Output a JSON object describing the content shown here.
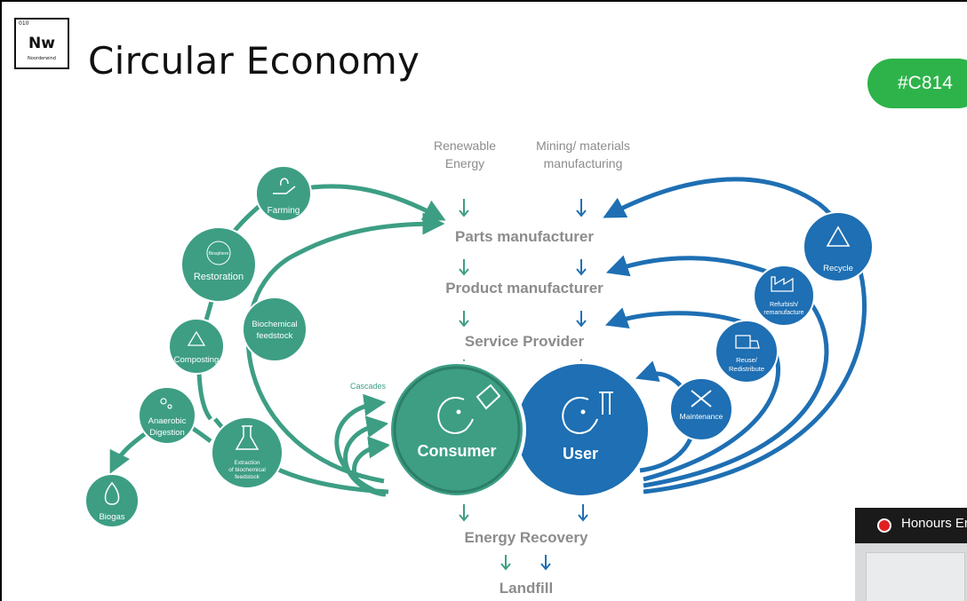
{
  "slide": {
    "title": "Circular Economy",
    "logo": {
      "number": "010",
      "mark": "Nw",
      "subtitle": "Noorderwind"
    },
    "tag": "#C814"
  },
  "diagram": {
    "inputs": {
      "renewable": [
        "Renewable",
        "Energy"
      ],
      "mining": [
        "Mining/ materials",
        "manufacturing"
      ]
    },
    "stages": {
      "parts": "Parts manufacturer",
      "product": "Product manufacturer",
      "service": "Service Provider",
      "energy": "Energy Recovery",
      "landfill": "Landfill"
    },
    "consumer": "Consumer",
    "user": "User",
    "cascades": "Cascades",
    "bio_nodes": {
      "farming": [
        "Farming"
      ],
      "restoration": [
        "Restoration"
      ],
      "composting": [
        "Composting"
      ],
      "anaerobic": [
        "Anaerobic",
        "Digestion"
      ],
      "biogas": [
        "Biogas"
      ],
      "biochemical": [
        "Biochemical",
        "feedstock"
      ],
      "extraction": [
        "Extraction",
        "of biochemical",
        "feedstock"
      ],
      "biosphere_text": "Biosphere"
    },
    "tech_nodes": {
      "recycle": [
        "Recycle"
      ],
      "refurbish": [
        "Refurbish/",
        "remanufacture"
      ],
      "reuse": [
        "Reuse/",
        "Redistribute"
      ],
      "maintenance": [
        "Maintenance"
      ]
    },
    "colors": {
      "green": "#3d9e84",
      "green_dark": "#2c7f69",
      "blue": "#1e6fb3",
      "blue_dark": "#195e98",
      "gray": "#8c8c8c"
    }
  },
  "pip": {
    "label": "Honours Er"
  }
}
